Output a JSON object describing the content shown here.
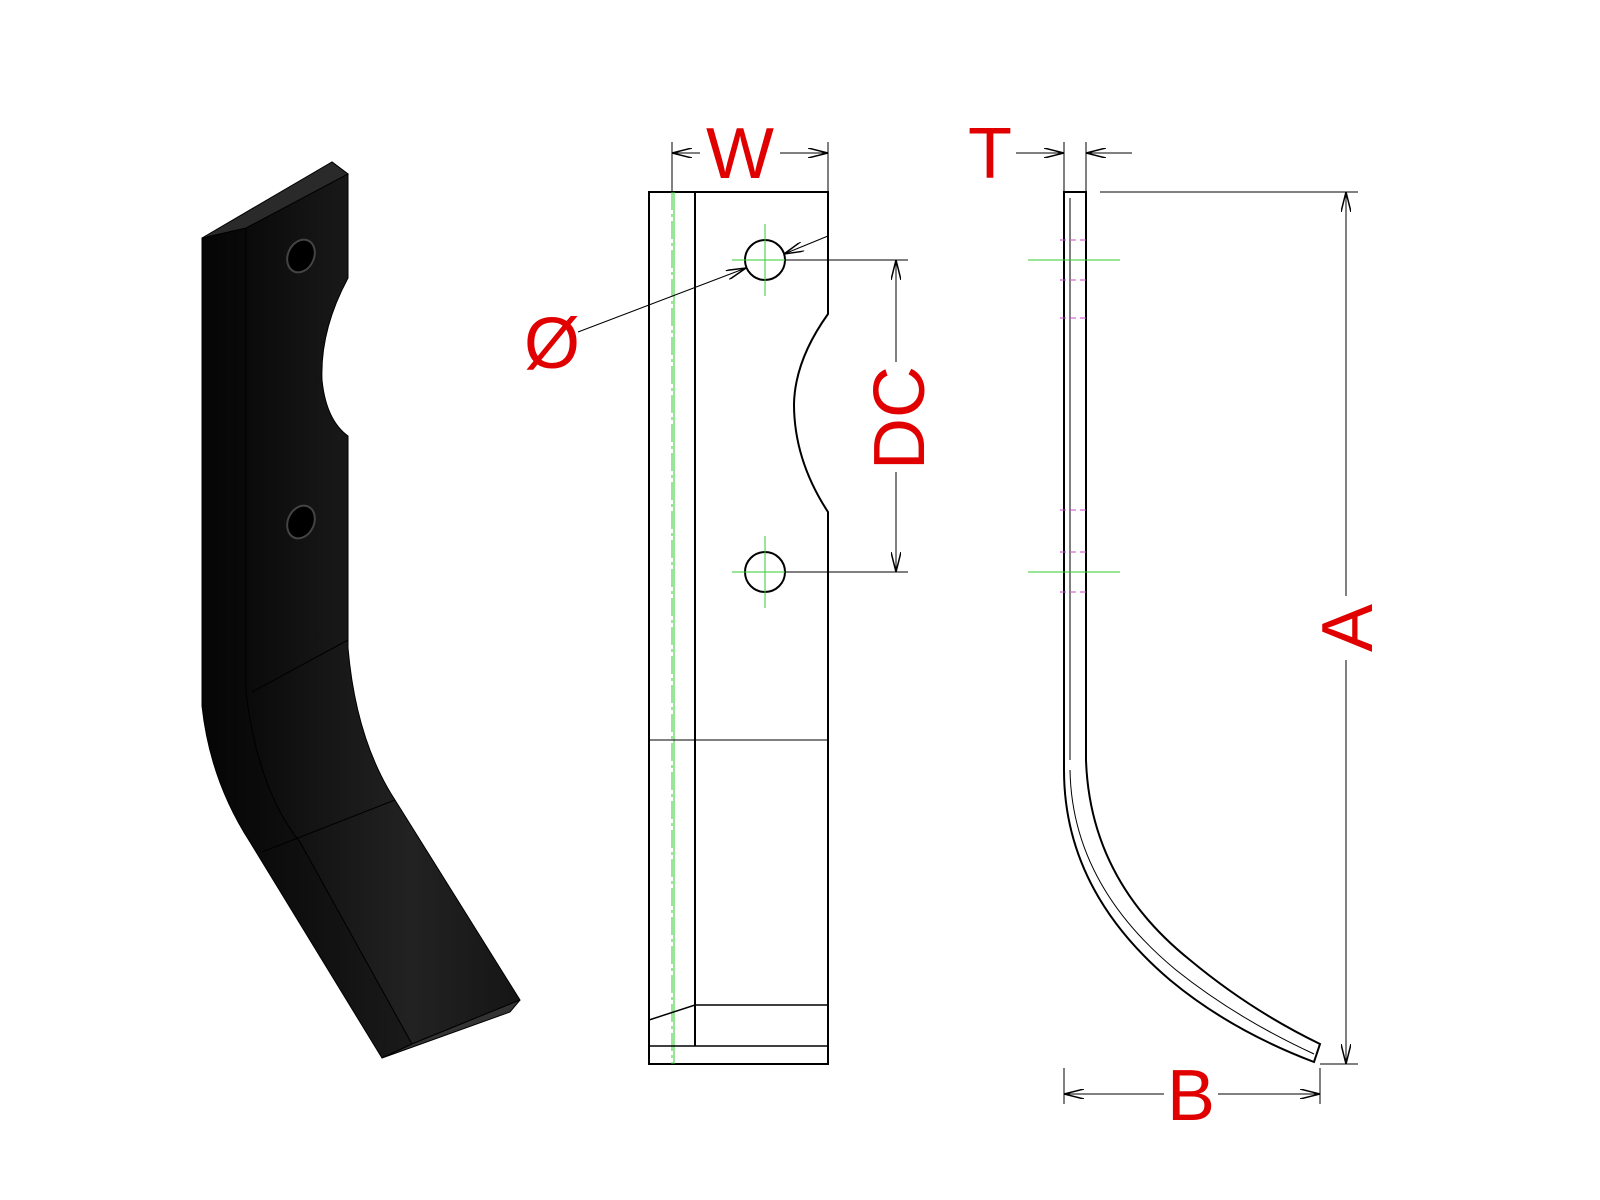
{
  "labels": {
    "width": "W",
    "thickness": "T",
    "hole_diameter": "Ø",
    "hole_center_distance": "DC",
    "height": "A",
    "bend_offset": "B"
  },
  "colors": {
    "dimension_text": "#e00000",
    "line": "#000000",
    "center_line": "#33cc33",
    "hidden_line": "#cc44cc",
    "blade_fill": "#111111"
  }
}
